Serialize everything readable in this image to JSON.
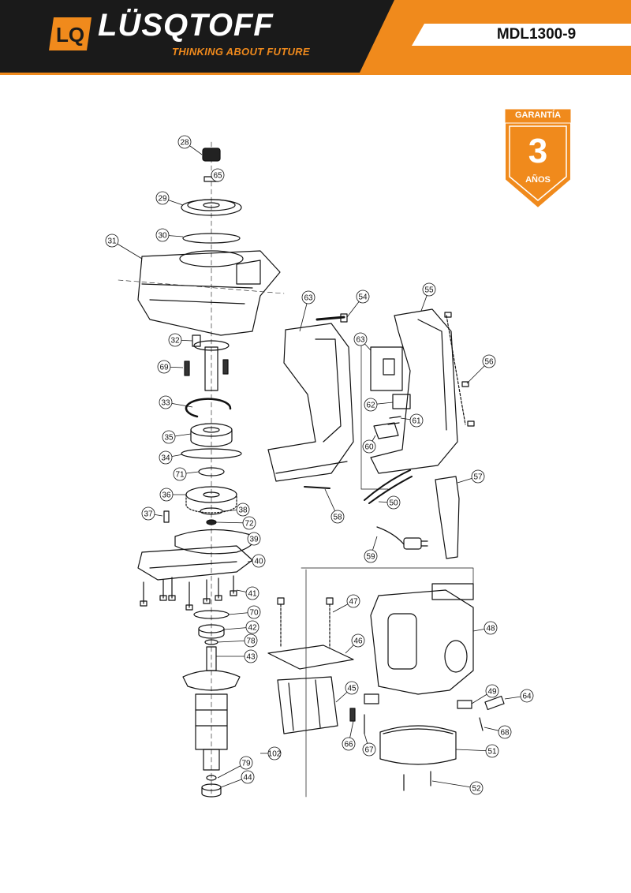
{
  "header": {
    "brand": "LÜSQTOFF",
    "logo_mark": "LQ",
    "tagline": "THINKING ABOUT FUTURE",
    "model": "MDL1300-9"
  },
  "badge": {
    "title": "GARANTÍA",
    "number": "3",
    "unit": "AÑOS"
  },
  "colors": {
    "accent": "#f08a1c",
    "dark": "#1a1a1a",
    "line": "#111111"
  },
  "parts": [
    {
      "id": "28"
    },
    {
      "id": "65"
    },
    {
      "id": "29"
    },
    {
      "id": "30"
    },
    {
      "id": "31"
    },
    {
      "id": "32"
    },
    {
      "id": "69"
    },
    {
      "id": "33"
    },
    {
      "id": "35"
    },
    {
      "id": "34"
    },
    {
      "id": "71"
    },
    {
      "id": "36"
    },
    {
      "id": "38"
    },
    {
      "id": "37"
    },
    {
      "id": "72"
    },
    {
      "id": "39"
    },
    {
      "id": "40"
    },
    {
      "id": "41"
    },
    {
      "id": "70"
    },
    {
      "id": "42"
    },
    {
      "id": "78"
    },
    {
      "id": "43"
    },
    {
      "id": "79"
    },
    {
      "id": "44"
    },
    {
      "id": "102"
    },
    {
      "id": "47"
    },
    {
      "id": "46"
    },
    {
      "id": "45"
    },
    {
      "id": "66"
    },
    {
      "id": "67"
    },
    {
      "id": "48"
    },
    {
      "id": "49"
    },
    {
      "id": "64"
    },
    {
      "id": "68"
    },
    {
      "id": "51"
    },
    {
      "id": "52"
    },
    {
      "id": "63"
    },
    {
      "id": "54"
    },
    {
      "id": "55"
    },
    {
      "id": "56"
    },
    {
      "id": "63"
    },
    {
      "id": "62"
    },
    {
      "id": "61"
    },
    {
      "id": "60"
    },
    {
      "id": "57"
    },
    {
      "id": "58"
    },
    {
      "id": "50"
    },
    {
      "id": "59"
    }
  ]
}
